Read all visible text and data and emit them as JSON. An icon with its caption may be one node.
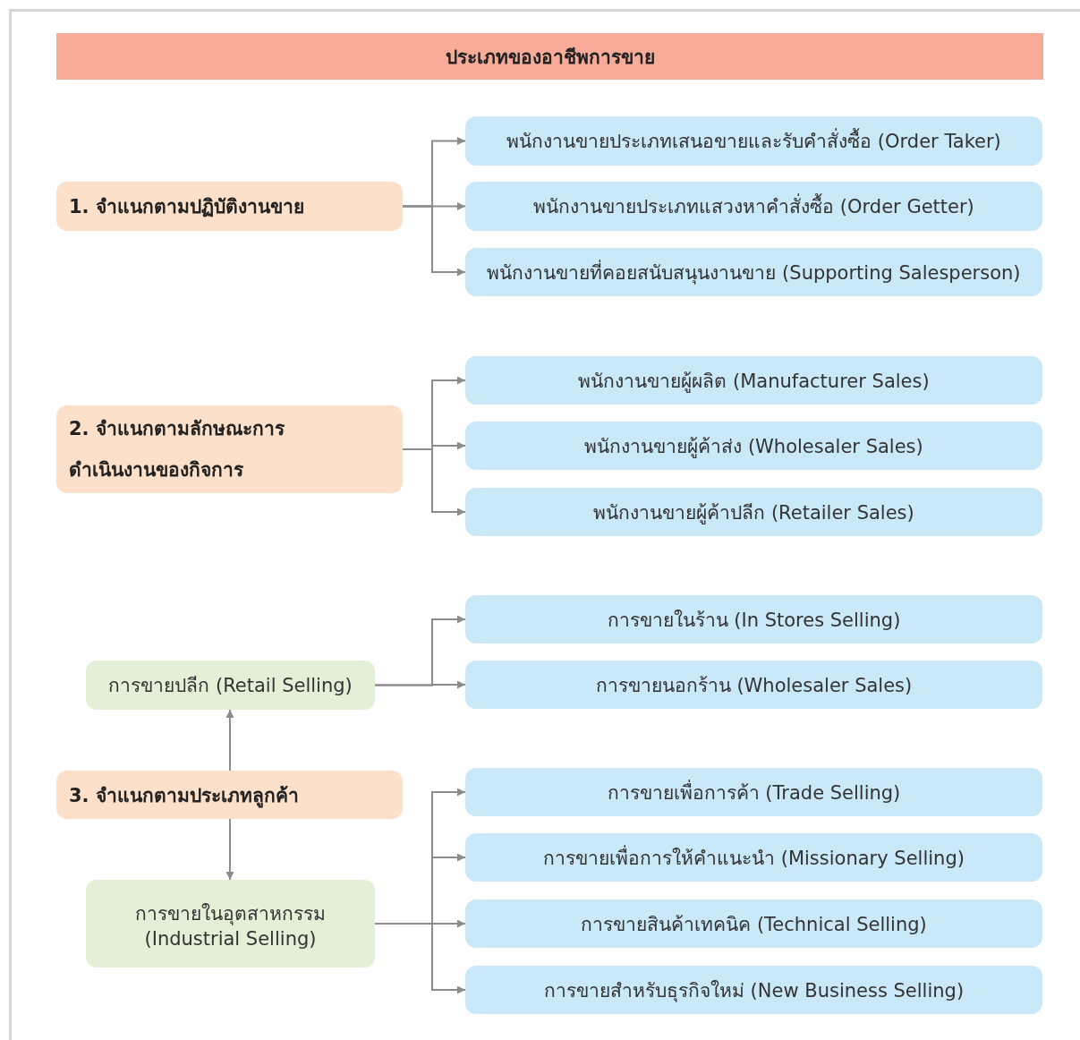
{
  "diagram": {
    "title": "ประเภทของอาชีพการขาย",
    "nodes": [
      {
        "text": [
          "1. จำแนกตามปฏิบัติงานขาย"
        ]
      },
      {
        "text": [
          "พนักงานขายประเภทเสนอขายและรับคำสั่งซื้อ (Order Taker)"
        ]
      },
      {
        "text": [
          "พนักงานขายประเภทแสวงหาคำสั่งซื้อ (Order Getter)"
        ]
      },
      {
        "text": [
          "พนักงานขายที่คอยสนับสนุนงานขาย (Supporting Salesperson)"
        ]
      },
      {
        "text": [
          "2. จำแนกตามลักษณะการดำเนินงานของกิจการ"
        ]
      },
      {
        "text": [
          "พนักงานขายผู้ผลิต (Manufacturer Sales)"
        ]
      },
      {
        "text": [
          "พนักงานขายผู้ค้าส่ง (Wholesaler Sales)"
        ]
      },
      {
        "text": [
          "พนักงานขายผู้ค้าปลีก (Retailer Sales)"
        ]
      },
      {
        "text": [
          "การขายปลีก (Retail Selling)"
        ]
      },
      {
        "text": [
          "การขายในร้าน (In Stores Selling)"
        ]
      },
      {
        "text": [
          "การขายนอกร้าน (Wholesaler Sales)"
        ]
      },
      {
        "text": [
          "3. จำแนกตามประเภทลูกค้า"
        ]
      },
      {
        "text": [
          "การขายในอุตสาหกรรม (Industrial Selling)"
        ]
      },
      {
        "text": [
          "การขายเพื่อการค้า (Trade Selling)"
        ]
      },
      {
        "text": [
          "การขายเพื่อการให้คำแนะนำ (Missionary Selling)"
        ]
      },
      {
        "text": [
          "การขายสินค้าเทคนิค (Technical Selling)"
        ]
      },
      {
        "text": [
          "การขายสำหรับธุรกิจใหม่ (New Business Selling)"
        ]
      }
    ],
    "edges": [
      {
        "from": 0,
        "to": 1,
        "arrow": "to"
      },
      {
        "from": 0,
        "to": 2,
        "arrow": "to"
      },
      {
        "from": 0,
        "to": 3,
        "arrow": "to"
      },
      {
        "from": 4,
        "to": 5,
        "arrow": "to"
      },
      {
        "from": 4,
        "to": 6,
        "arrow": "to"
      },
      {
        "from": 4,
        "to": 7,
        "arrow": "to"
      },
      {
        "from": 8,
        "to": 9,
        "arrow": "to"
      },
      {
        "from": 8,
        "to": 10,
        "arrow": "to"
      },
      {
        "from": 11,
        "to": 8,
        "arrow": "to"
      },
      {
        "from": 11,
        "to": 12,
        "arrow": "to"
      },
      {
        "from": 12,
        "to": 13,
        "arrow": "to"
      },
      {
        "from": 12,
        "to": 14,
        "arrow": "to"
      },
      {
        "from": 12,
        "to": 15,
        "arrow": "to"
      },
      {
        "from": 12,
        "to": 16,
        "arrow": "to"
      }
    ]
  }
}
